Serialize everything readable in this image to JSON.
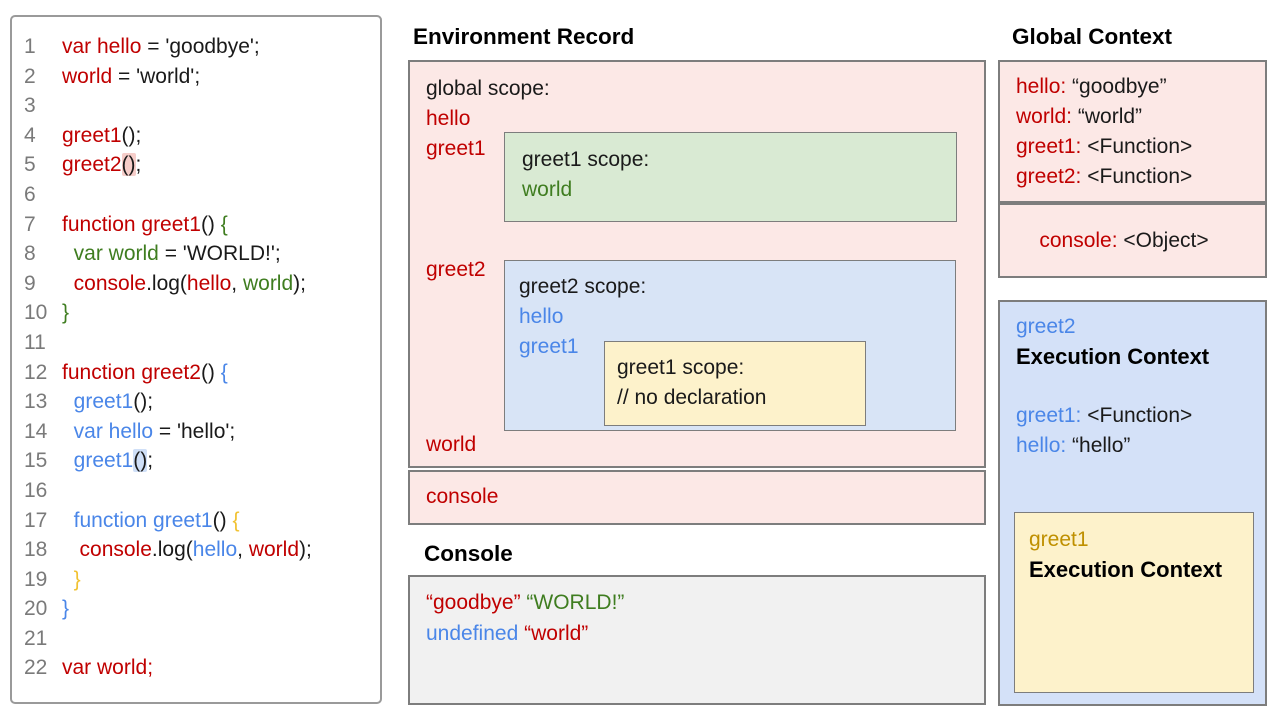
{
  "titles": {
    "environment_record": "Environment Record",
    "console": "Console",
    "global_context": "Global Context"
  },
  "accents": {
    "red": "#c00000",
    "green": "#3f7d20",
    "blue": "#4a86e8",
    "gold": "#bf9000",
    "pink_bg": "#fce8e6",
    "green_bg": "#d9ead3",
    "blue_bg": "#d8e4f6",
    "yellow_bg": "#fdf2cb",
    "gray_bg": "#f1f1f1"
  },
  "code_panel": {
    "lines": [
      {
        "n": "1",
        "segs": [
          [
            "var hello",
            "red"
          ],
          [
            " = 'goodbye';",
            "k"
          ]
        ]
      },
      {
        "n": "2",
        "segs": [
          [
            "world",
            "red"
          ],
          [
            " = 'world';",
            "k"
          ]
        ]
      },
      {
        "n": "3",
        "segs": []
      },
      {
        "n": "4",
        "segs": [
          [
            "greet1",
            "red"
          ],
          [
            "();",
            "k"
          ]
        ]
      },
      {
        "n": "5",
        "segs": [
          [
            "greet2",
            "red"
          ],
          [
            "()",
            "k",
            "hl-pink"
          ],
          [
            ";",
            "k"
          ]
        ]
      },
      {
        "n": "6",
        "segs": []
      },
      {
        "n": "7",
        "segs": [
          [
            "function greet1",
            "red"
          ],
          [
            "() ",
            "k"
          ],
          [
            "{",
            "green"
          ]
        ]
      },
      {
        "n": "8",
        "segs": [
          [
            "  ",
            "k"
          ],
          [
            "var world",
            "green"
          ],
          [
            " = 'WORLD!';",
            "k"
          ]
        ]
      },
      {
        "n": "9",
        "segs": [
          [
            "  ",
            "k"
          ],
          [
            "console",
            "red"
          ],
          [
            ".log(",
            "k"
          ],
          [
            "hello",
            "red"
          ],
          [
            ", ",
            "k"
          ],
          [
            "world",
            "green"
          ],
          [
            ");",
            "k"
          ]
        ]
      },
      {
        "n": "10",
        "segs": [
          [
            "}",
            "green"
          ]
        ]
      },
      {
        "n": "11",
        "segs": []
      },
      {
        "n": "12",
        "segs": [
          [
            "function greet2",
            "red"
          ],
          [
            "() ",
            "k"
          ],
          [
            "{",
            "blue"
          ]
        ]
      },
      {
        "n": "13",
        "segs": [
          [
            "  ",
            "k"
          ],
          [
            "greet1",
            "blue"
          ],
          [
            "();",
            "k"
          ]
        ]
      },
      {
        "n": "14",
        "segs": [
          [
            "  ",
            "k"
          ],
          [
            "var hello",
            "blue"
          ],
          [
            " = 'hello';",
            "k"
          ]
        ]
      },
      {
        "n": "15",
        "segs": [
          [
            "  ",
            "k"
          ],
          [
            "greet1",
            "blue"
          ],
          [
            "()",
            "k",
            "hl-blue"
          ],
          [
            ";",
            "k"
          ]
        ]
      },
      {
        "n": "16",
        "segs": []
      },
      {
        "n": "17",
        "segs": [
          [
            "  ",
            "k"
          ],
          [
            "function greet1",
            "blue"
          ],
          [
            "() ",
            "k"
          ],
          [
            "{",
            "gold"
          ]
        ]
      },
      {
        "n": "18",
        "segs": [
          [
            "   ",
            "k"
          ],
          [
            "console",
            "red"
          ],
          [
            ".log(",
            "k"
          ],
          [
            "hello",
            "blue"
          ],
          [
            ", ",
            "k"
          ],
          [
            "world",
            "red"
          ],
          [
            ");",
            "k"
          ]
        ]
      },
      {
        "n": "19",
        "segs": [
          [
            "  ",
            "k"
          ],
          [
            "}",
            "gold"
          ]
        ]
      },
      {
        "n": "20",
        "segs": [
          [
            "}",
            "blue"
          ]
        ]
      },
      {
        "n": "21",
        "segs": []
      },
      {
        "n": "22",
        "segs": [
          [
            "var world;",
            "red"
          ]
        ]
      }
    ]
  },
  "environment_record": {
    "global_scope_label": "global scope:",
    "var_hello": "hello",
    "var_greet1": "greet1",
    "var_greet2": "greet2",
    "var_world": "world",
    "console_label": "console",
    "greet1_scope": {
      "title": "greet1 scope:",
      "var_world": "world"
    },
    "greet2_scope": {
      "title": "greet2 scope:",
      "var_hello": "hello",
      "var_greet1": "greet1",
      "inner_title": "greet1 scope:",
      "inner_comment": "// no declaration"
    }
  },
  "console_output": {
    "lines": [
      [
        [
          "“goodbye”",
          "red"
        ],
        [
          " ",
          "k"
        ],
        [
          "“WORLD!”",
          "green"
        ]
      ],
      [
        [
          "undefined",
          "blue"
        ],
        [
          " ",
          "k"
        ],
        [
          "“world”",
          "red"
        ]
      ]
    ]
  },
  "global_context": {
    "entries": [
      {
        "key": "hello:",
        "val": "“goodbye”"
      },
      {
        "key": "world:",
        "val": "“world”"
      },
      {
        "key": "greet1:",
        "val": "<Function>"
      },
      {
        "key": "greet2:",
        "val": "<Function>"
      }
    ],
    "console_entry": {
      "key": "console:",
      "val": "<Object>"
    }
  },
  "execution_contexts": {
    "greet2": {
      "name": "greet2",
      "title": "Execution Context",
      "entries": [
        {
          "key": "greet1:",
          "val": "<Function>"
        },
        {
          "key": "hello:",
          "val": "“hello”"
        }
      ]
    },
    "greet1": {
      "name": "greet1",
      "title": "Execution Context"
    }
  }
}
